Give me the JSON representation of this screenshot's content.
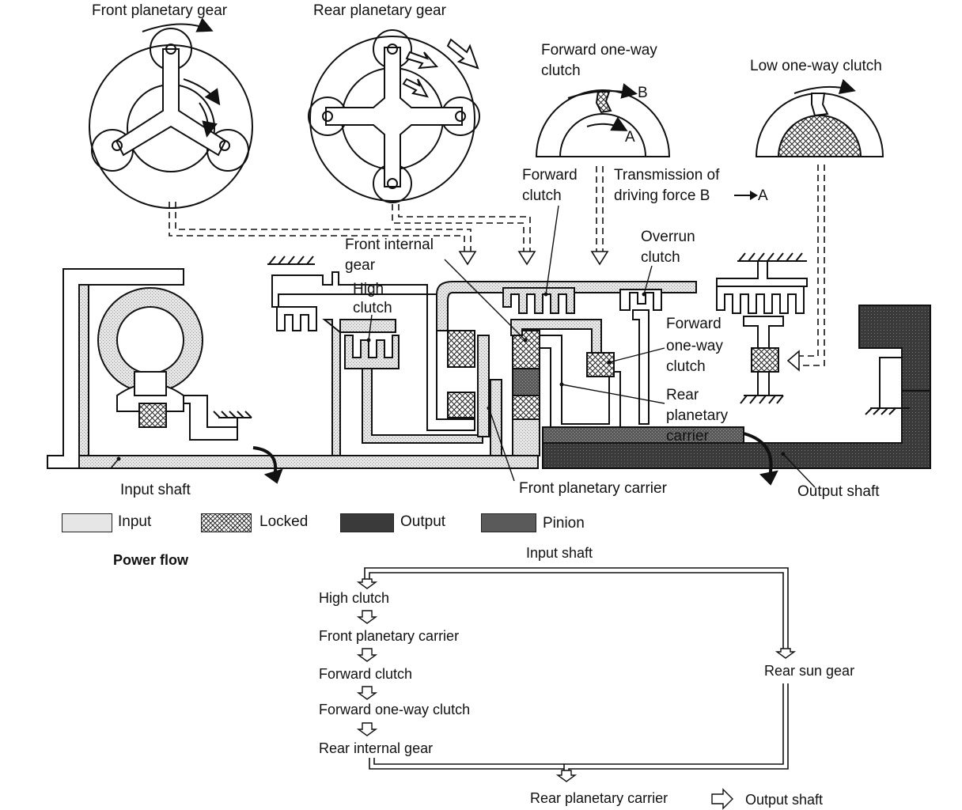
{
  "labels": {
    "front_planetary_gear": "Front planetary gear",
    "rear_planetary_gear": "Rear planetary gear",
    "forward_one_way_clutch_top_l1": "Forward one-way",
    "forward_one_way_clutch_top_l2": "clutch",
    "marker_b": "B",
    "marker_a": "A",
    "low_one_way_clutch": "Low one-way clutch",
    "forward_clutch_l1": "Forward",
    "forward_clutch_l2": "clutch",
    "transmission_l1": "Transmission of",
    "transmission_l2": "driving force B",
    "transmission_l2_end": "A",
    "front_internal_gear_l1": "Front internal",
    "front_internal_gear_l2": "gear",
    "high_clutch_l1": "High",
    "high_clutch_l2": "clutch",
    "overrun_clutch_l1": "Overrun",
    "overrun_clutch_l2": "clutch",
    "forward_one_way_clutch_mid_l1": "Forward",
    "forward_one_way_clutch_mid_l2": "one-way",
    "forward_one_way_clutch_mid_l3": "clutch",
    "rear_planetary_carrier_l1": "Rear",
    "rear_planetary_carrier_l2": "planetary",
    "rear_planetary_carrier_l3": "carrier",
    "input_shaft": "Input shaft",
    "front_planetary_carrier": "Front planetary carrier",
    "output_shaft": "Output shaft"
  },
  "legend": {
    "input": "Input",
    "locked": "Locked",
    "output": "Output",
    "pinion": "Pinion"
  },
  "power_flow": {
    "title": "Power flow",
    "input_shaft": "Input shaft",
    "left_chain": [
      "High clutch",
      "Front planetary carrier",
      "Forward clutch",
      "Forward one-way clutch",
      "Rear internal gear"
    ],
    "rear_sun_gear": "Rear sun gear",
    "rear_planetary_carrier": "Rear planetary carrier",
    "output_shaft": "Output shaft"
  }
}
